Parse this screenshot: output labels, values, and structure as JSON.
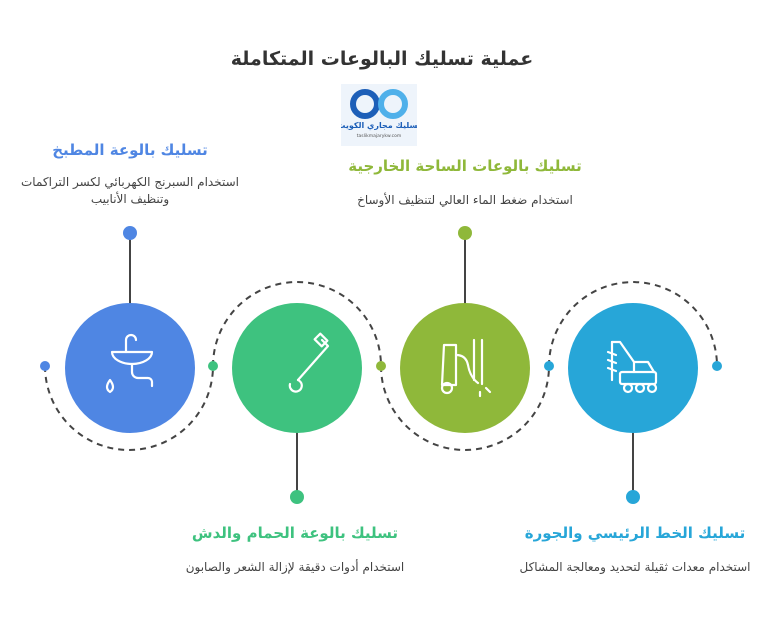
{
  "title": "عملية تسليك البالوعات المتكاملة",
  "logo": {
    "text": "تسليك مجاري الكويت",
    "url_text": "taslikmajarykw.com",
    "color": "#1e88d8"
  },
  "steps": [
    {
      "heading": "تسليك بالوعة المطبخ",
      "description": "استخدام السبرنج الكهربائي لكسر التراكمات وتنظيف الأنابيب",
      "color": "#4f86e3",
      "icon": "sink-icon"
    },
    {
      "heading": "تسليك بالوعة الحمام والدش",
      "description": "استخدام أدوات دقيقة لإزالة الشعر والصابون",
      "color": "#3ec27f",
      "icon": "drain-snake-icon"
    },
    {
      "heading": "تسليك بالوعات الساحة الخارجية",
      "description": "استخدام ضغط الماء العالي لتنظيف الأوساخ",
      "color": "#8fb83a",
      "icon": "pressure-washer-icon"
    },
    {
      "heading": "تسليك الخط الرئيسي والجورة",
      "description": "استخدام معدات ثقيلة لتحديد ومعالجة المشاكل",
      "color": "#27a6d8",
      "icon": "excavator-drill-icon"
    }
  ]
}
